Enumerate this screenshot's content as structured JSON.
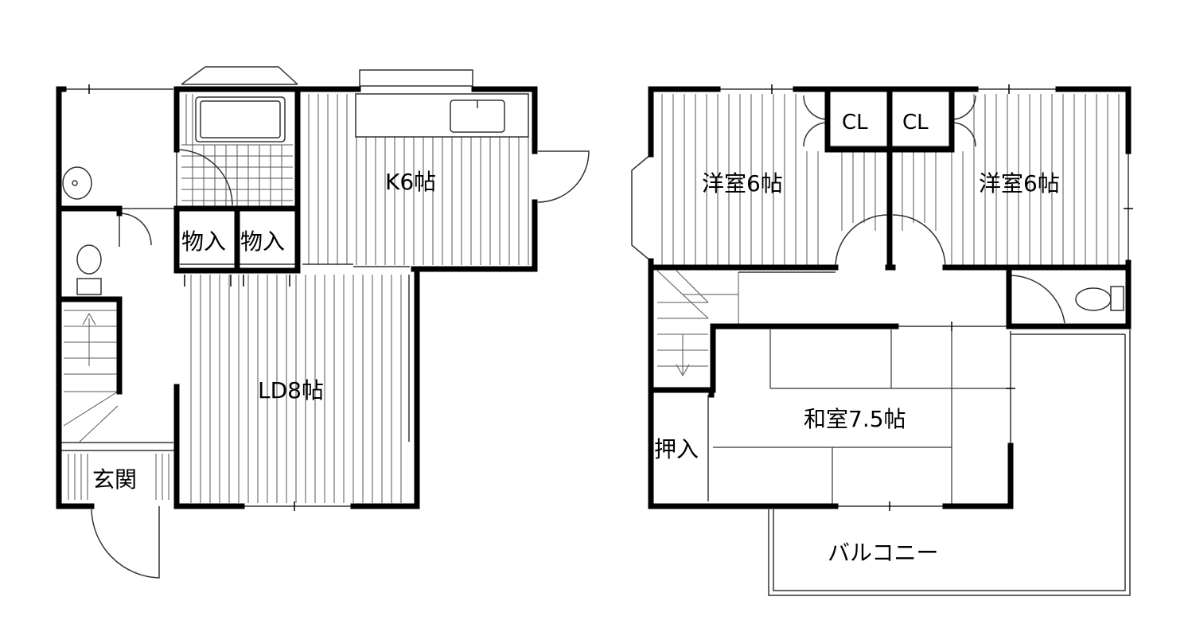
{
  "floor1": {
    "rooms": {
      "kitchen": "K6帖",
      "living_dining": "LD8帖",
      "storage_1": "物入",
      "storage_2": "物入",
      "entrance": "玄関"
    }
  },
  "floor2": {
    "rooms": {
      "western_room_left": "洋室6帖",
      "western_room_right": "洋室6帖",
      "closet_left": "CL",
      "closet_right": "CL",
      "japanese_room": "和室7.5帖",
      "oshiire": "押入",
      "balcony": "バルコニー"
    }
  }
}
